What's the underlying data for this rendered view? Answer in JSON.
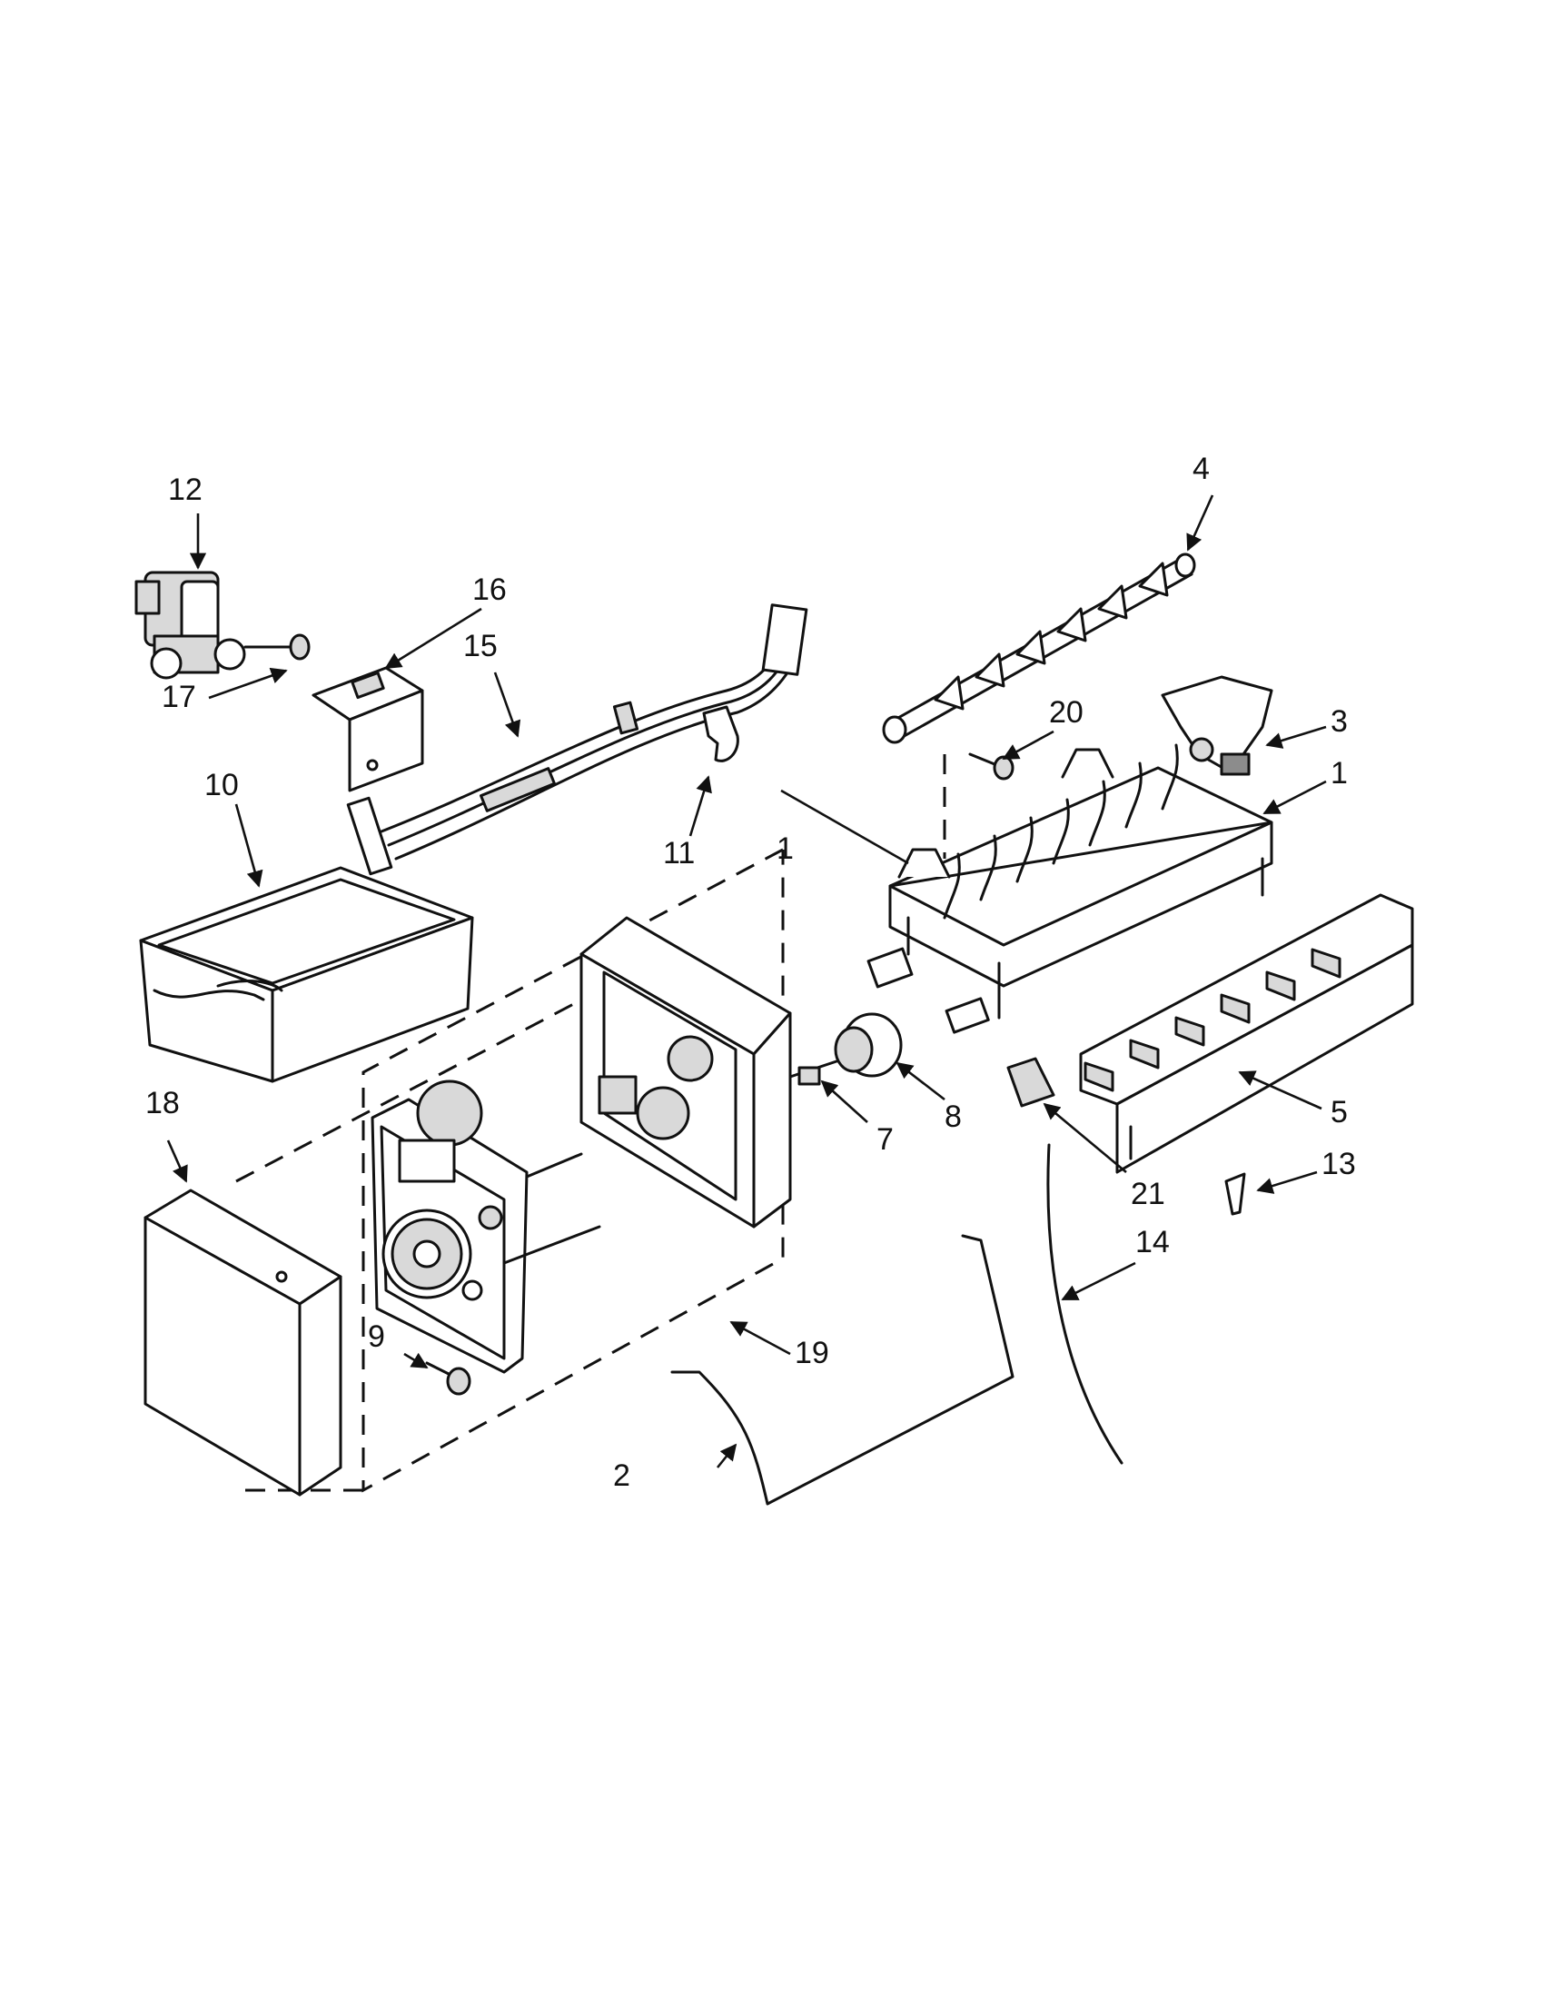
{
  "colors": {
    "ink": "#111111",
    "paper": "#ffffff"
  },
  "callouts": {
    "c1": "1",
    "c2": "2",
    "c3": "3",
    "c4": "4",
    "c5": "5",
    "c7": "7",
    "c8": "8",
    "c9": "9",
    "c10": "10",
    "c11": "11",
    "c12": "12",
    "c13": "13",
    "c14": "14",
    "c15": "15",
    "c16": "16",
    "c17": "17",
    "c18": "18",
    "c19": "19",
    "c20": "20",
    "c21": "21",
    "c1b": "1"
  }
}
